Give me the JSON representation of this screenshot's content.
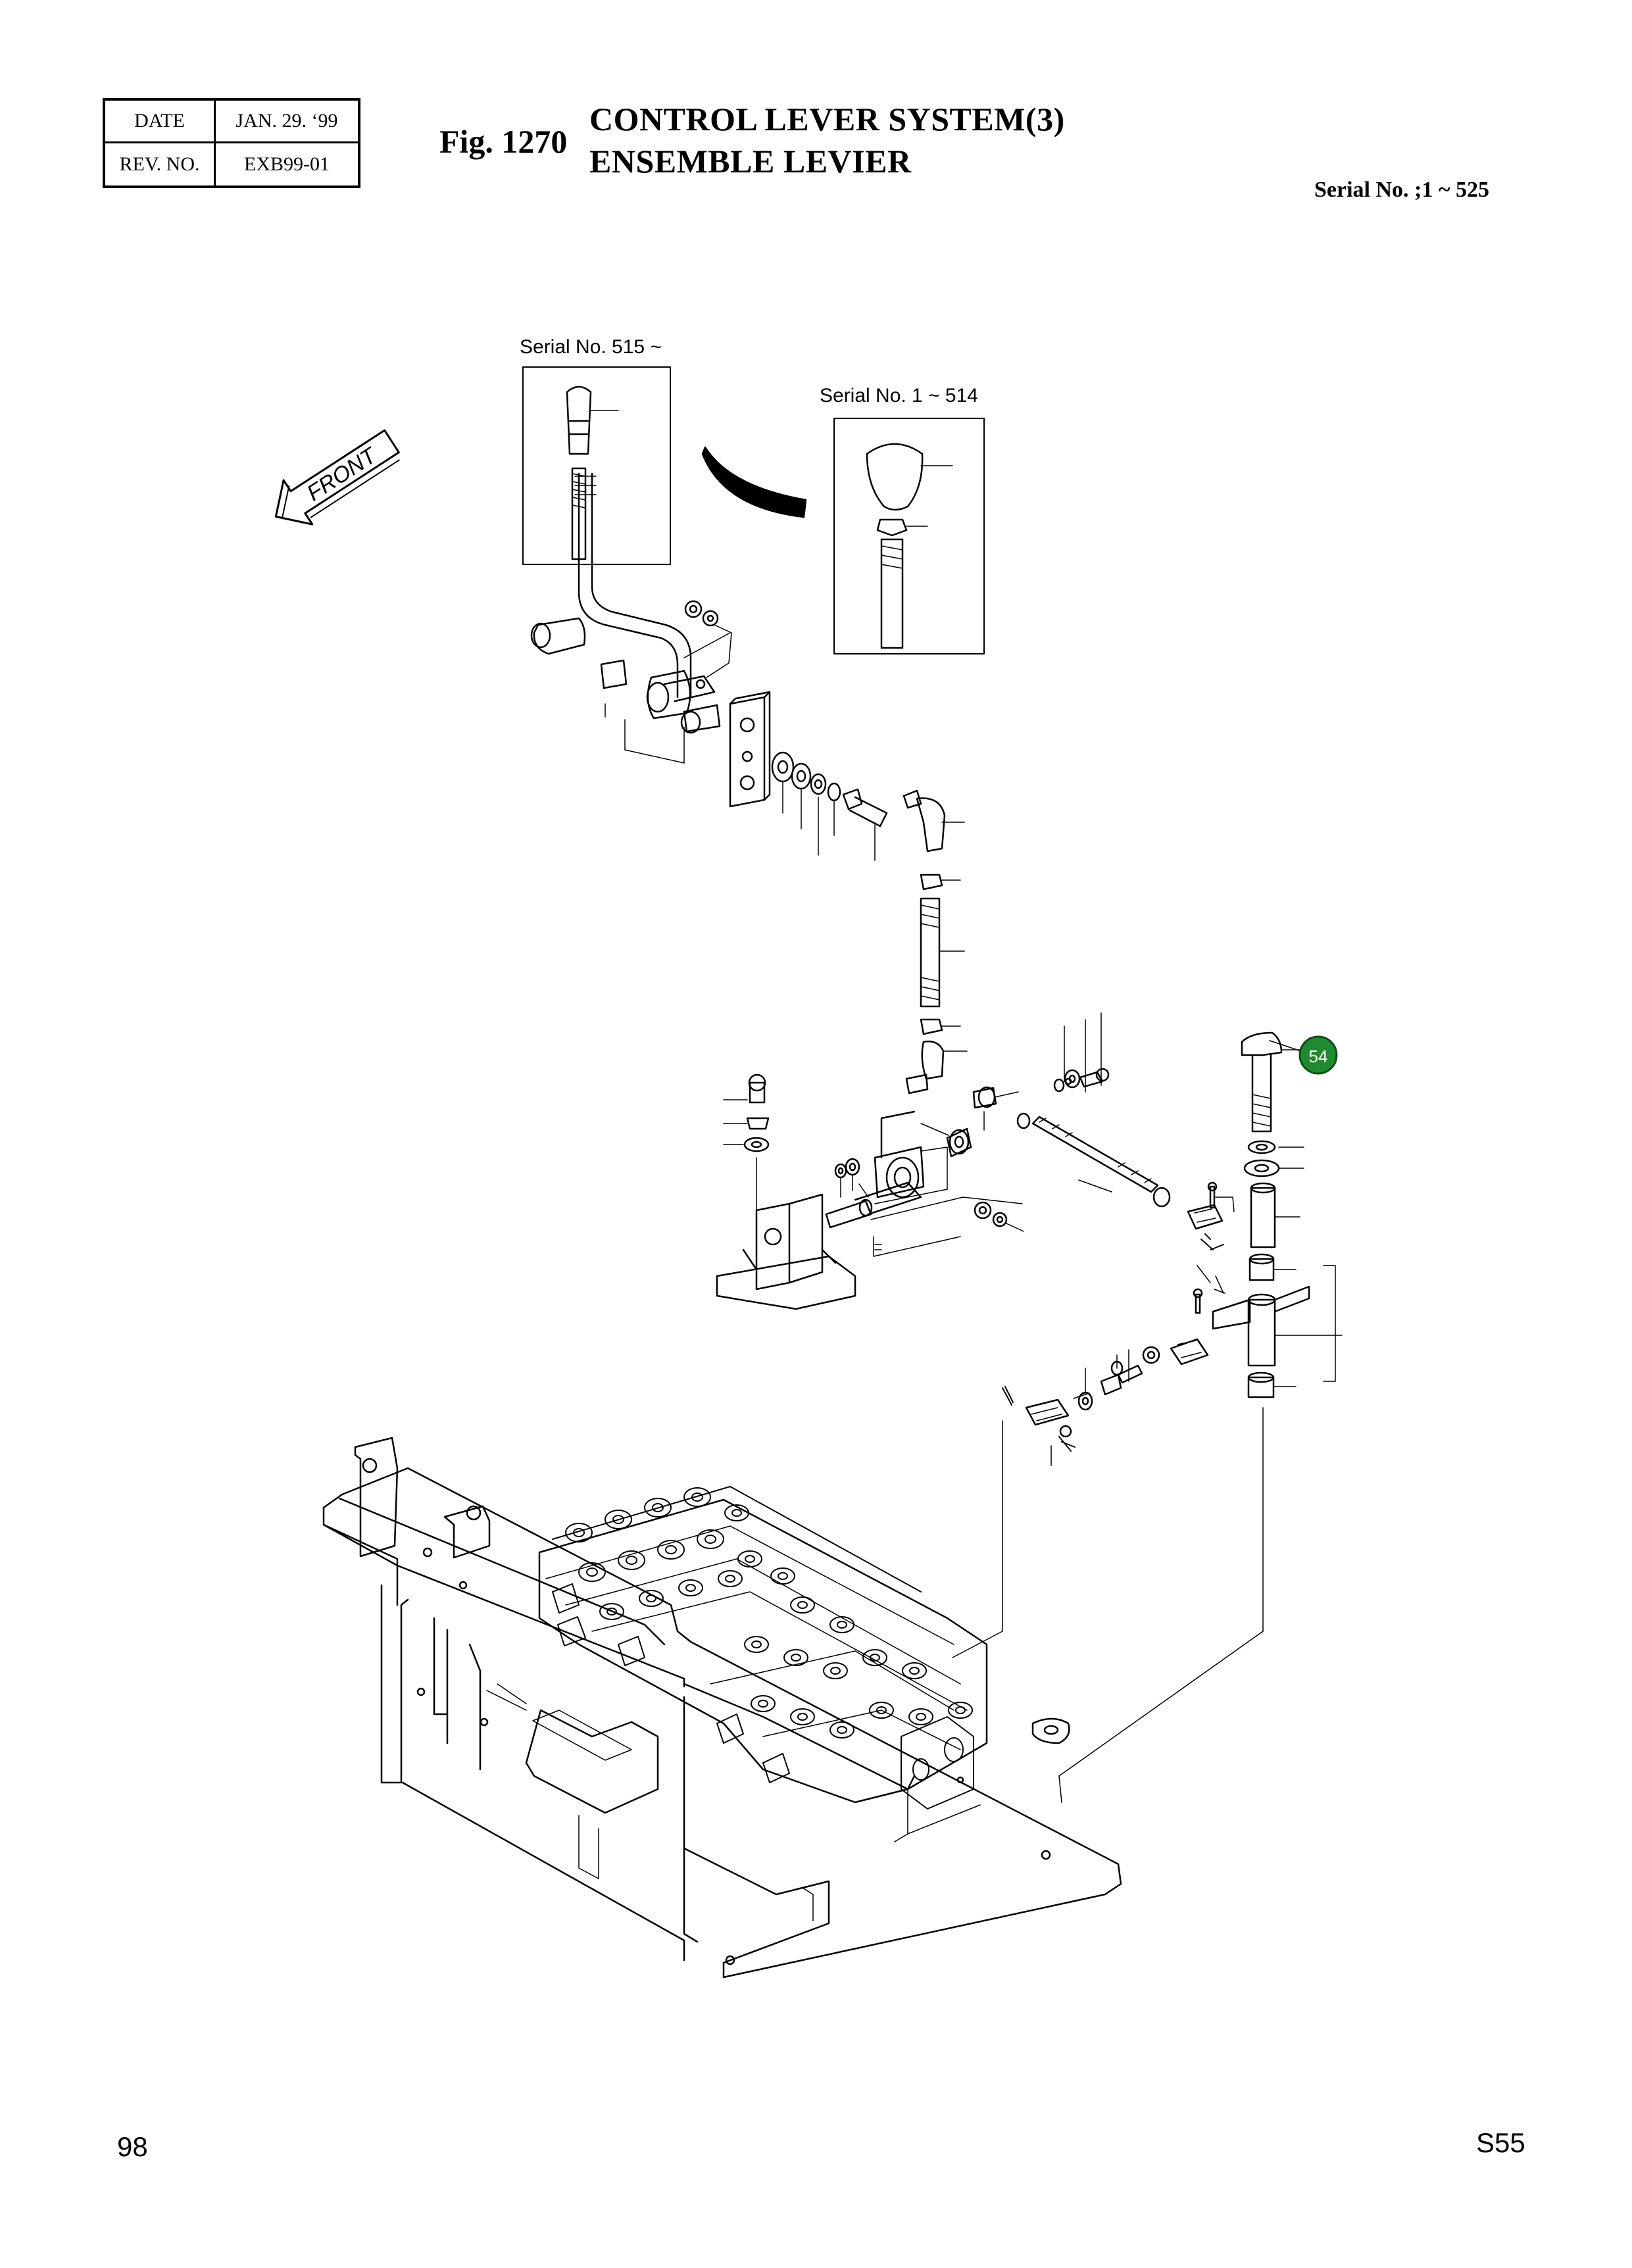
{
  "header": {
    "date_label": "DATE",
    "date_value": "JAN. 29. ‘99",
    "rev_label": "REV. NO.",
    "rev_value": "EXB99-01",
    "fig_number": "Fig. 1270",
    "title_en": "CONTROL LEVER SYSTEM(3)",
    "title_fr": "ENSEMBLE LEVIER",
    "serial_range": "Serial No. ;1 ~ 525"
  },
  "diagram": {
    "inset_new_label": "Serial No. 515 ~",
    "inset_old_label": "Serial No. 1 ~ 514",
    "front_arrow_text": "FRONT",
    "callout": {
      "number": "54",
      "color": "#1f8a2e"
    }
  },
  "footer": {
    "page_number": "98",
    "sheet_code": "S55"
  }
}
